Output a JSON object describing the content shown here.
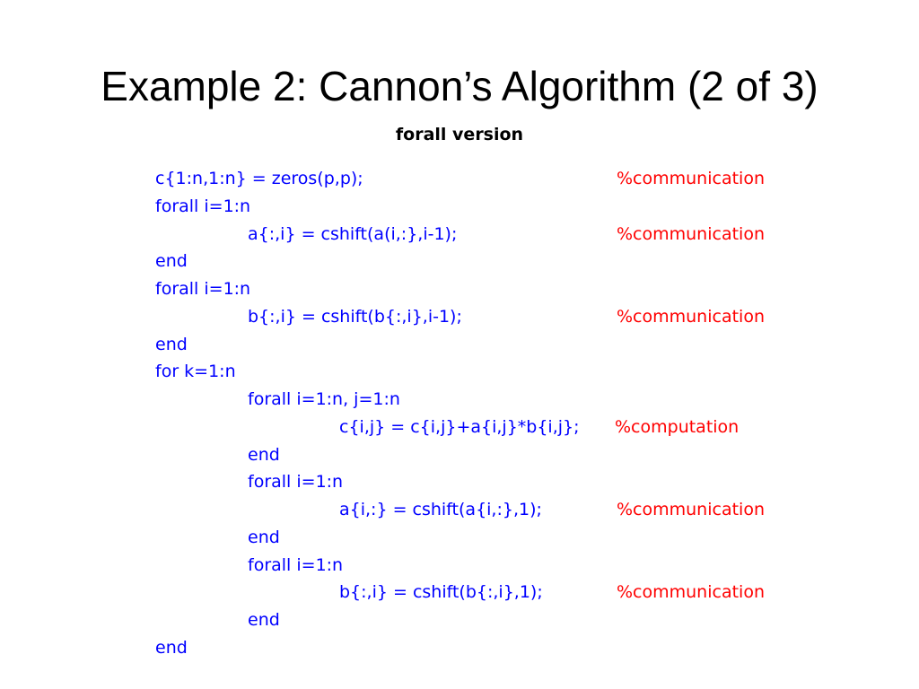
{
  "title": "Example 2: Cannon’s Algorithm (2 of 3)",
  "subtitle": "forall version",
  "colors": {
    "code": "#0000ff",
    "comment": "#ff0000",
    "title": "#000000"
  },
  "lines": [
    {
      "code": "c{1:n,1:n} = zeros(p,p);",
      "comment": "%communication"
    },
    {
      "code": "forall i=1:n",
      "comment": ""
    },
    {
      "code": "a{:,i} = cshift(a(i,:},i-1);",
      "comment": "%communication"
    },
    {
      "code": "end",
      "comment": ""
    },
    {
      "code": "forall i=1:n",
      "comment": ""
    },
    {
      "code": "b{:,i} = cshift(b{:,i},i-1);",
      "comment": "%communication"
    },
    {
      "code": "end",
      "comment": ""
    },
    {
      "code": "for k=1:n",
      "comment": ""
    },
    {
      "code": "forall i=1:n, j=1:n",
      "comment": ""
    },
    {
      "code": "c{i,j} = c{i,j}+a{i,j}*b{i,j};",
      "comment": "%computation"
    },
    {
      "code": "end",
      "comment": ""
    },
    {
      "code": "forall i=1:n",
      "comment": ""
    },
    {
      "code": "a{i,:} = cshift(a{i,:},1);",
      "comment": "%communication"
    },
    {
      "code": "end",
      "comment": ""
    },
    {
      "code": "forall i=1:n",
      "comment": ""
    },
    {
      "code": "b{:,i} = cshift(b{:,i},1);",
      "comment": "%communication"
    },
    {
      "code": "end",
      "comment": ""
    },
    {
      "code": "end",
      "comment": ""
    }
  ]
}
